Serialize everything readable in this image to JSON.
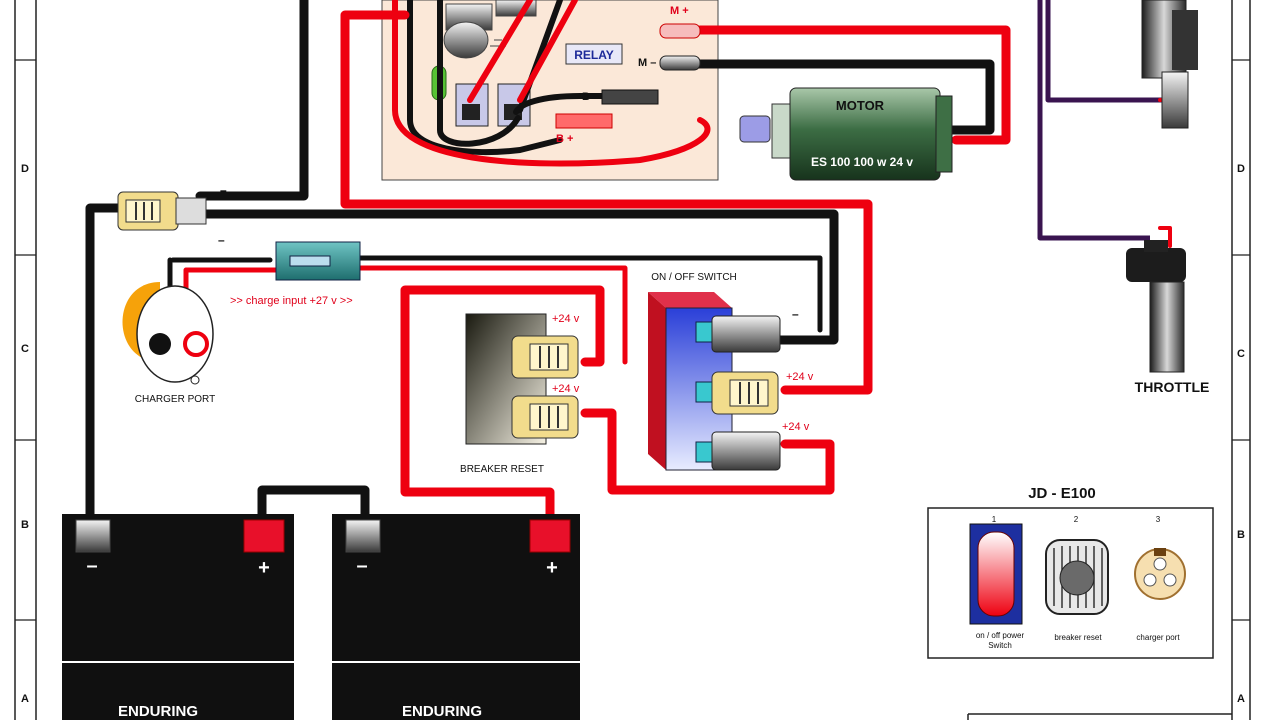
{
  "frame": {
    "row_markers_left": [
      "D",
      "C",
      "B",
      "A"
    ],
    "row_markers_right": [
      "D",
      "C",
      "B",
      "A"
    ]
  },
  "relay": {
    "label": "RELAY",
    "terminals": {
      "motor_pos": "M +",
      "motor_neg": "M –",
      "batt_neg": "B –",
      "batt_pos": "B +"
    }
  },
  "motor": {
    "label": "MOTOR",
    "spec": "ES 100 100 w 24 v"
  },
  "charger": {
    "minus_top": "–",
    "minus_bottom": "–",
    "input_note": ">> charge input +27 v >>",
    "port_label": "CHARGER PORT"
  },
  "switch": {
    "label": "ON / OFF SWITCH",
    "minus": "–",
    "mid_voltage": "+24 v",
    "bottom_voltage": "+24 v"
  },
  "breaker": {
    "label": "BREAKER RESET",
    "top_voltage": "+24 v",
    "bottom_voltage": "+24 v"
  },
  "throttle": {
    "label": "THROTTLE"
  },
  "batteries": [
    {
      "brand": "ENDURING",
      "neg": "–",
      "pos": "+"
    },
    {
      "brand": "ENDURING",
      "neg": "–",
      "pos": "+"
    }
  ],
  "panel": {
    "title": "JD - E100",
    "items": [
      {
        "num": "1",
        "caption_line1": "on / off power",
        "caption_line2": "Switch"
      },
      {
        "num": "2",
        "caption_line1": "breaker reset",
        "caption_line2": ""
      },
      {
        "num": "3",
        "caption_line1": "charger port",
        "caption_line2": ""
      }
    ]
  },
  "colors": {
    "positive_wire": "#ee0010",
    "negative_wire": "#111111",
    "throttle_wire": "#3a1450",
    "relay_board": "#fbe8d8",
    "motor_body": "#2e5a36",
    "connector_yellow": "#f2dc8c"
  }
}
